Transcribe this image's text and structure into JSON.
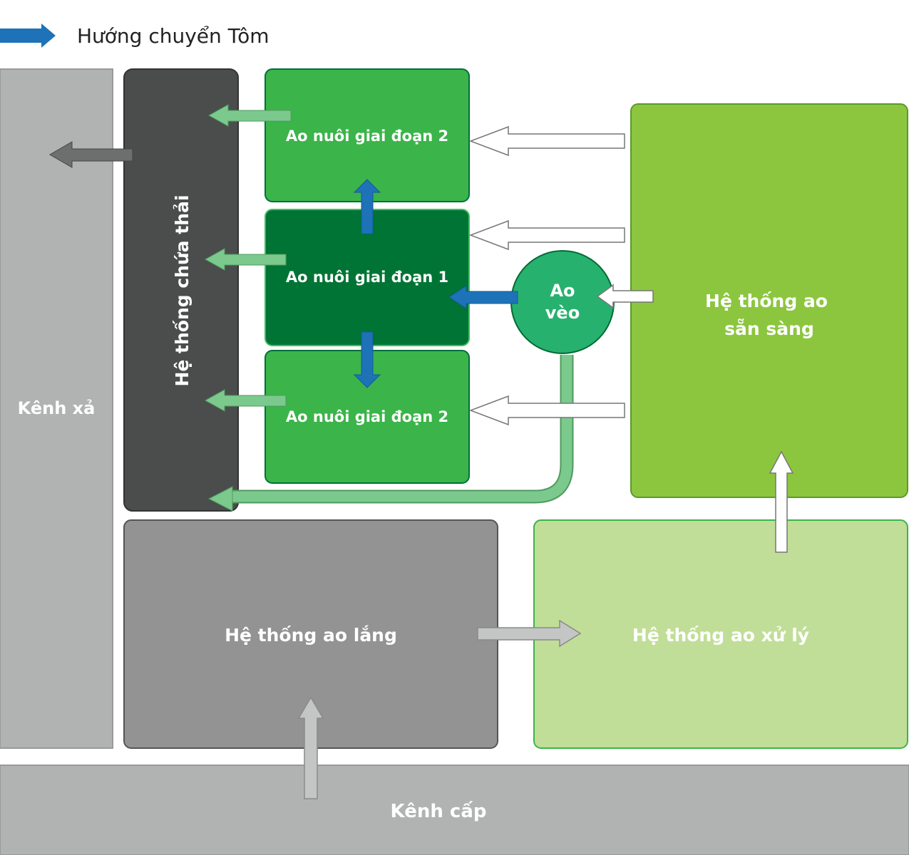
{
  "legend": {
    "label": "Hướng chuyển Tôm",
    "arrow_color": "#1e72b8"
  },
  "nodes": {
    "kenh_xa": "Kênh xả",
    "he_thong_chua_thai": "Hệ thống chứa thải",
    "ao_nuoi_gd2_top": "Ao nuôi giai đoạn 2",
    "ao_nuoi_gd1": "Ao nuôi giai đoạn 1",
    "ao_nuoi_gd2_bottom": "Ao nuôi giai đoạn 2",
    "ao_veo_line1": "Ao",
    "ao_veo_line2": "vèo",
    "ao_san_sang_line1": "Hệ thống ao",
    "ao_san_sang_line2": "sẵn sàng",
    "ao_lang": "Hệ thống ao lắng",
    "ao_xu_ly": "Hệ thống ao xử lý",
    "kenh_cap": "Kênh cấp"
  },
  "colors": {
    "kenh_gray": "#b1b3b3",
    "chua_thai": "#4b4d4d",
    "ao_lang": "#939393",
    "gd2_green": "#3bb44a",
    "gd1_green": "#007435",
    "ao_veo": "#27b16f",
    "san_sang": "#8cc63f",
    "xu_ly": "#c1de98",
    "shrimp_arrow": "#1e72b8",
    "waste_arrow": "#7cc98e"
  }
}
